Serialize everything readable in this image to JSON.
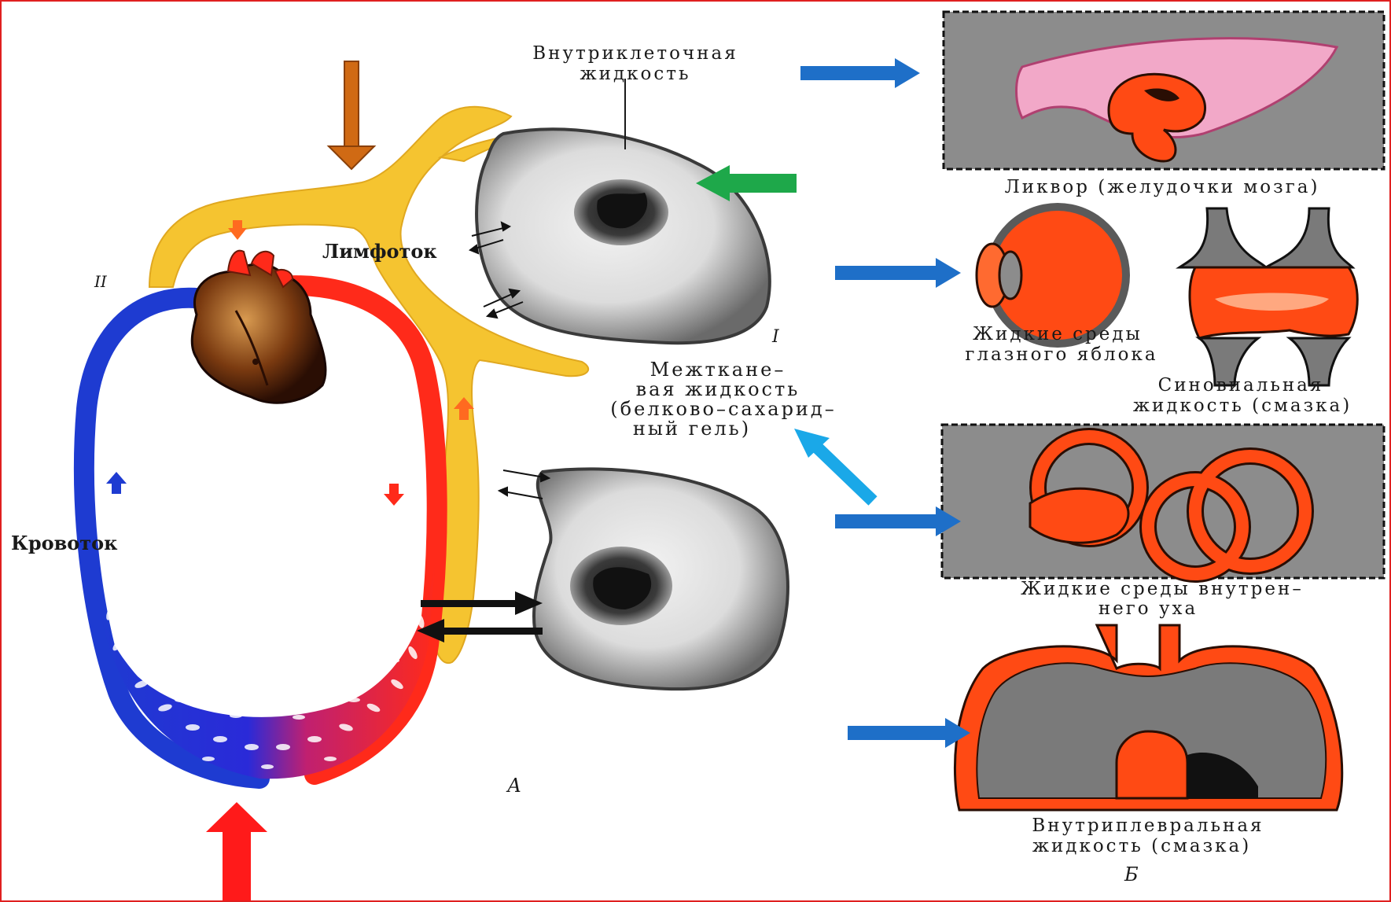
{
  "labels": {
    "intracellular_1": "Внутриклеточная",
    "intracellular_2": "жидкость",
    "lymph_flow": "Лимфоток",
    "blood_flow": "Кровоток",
    "roman_two": "II",
    "roman_one": "I",
    "interstitial_1": "Межткане–",
    "interstitial_2": "вая жидкость",
    "interstitial_3": "(белково–сахарид–",
    "interstitial_4": "ный гель)",
    "panel_a": "А",
    "panel_b": "Б",
    "liquor": "Ликвор (желудочки мозга)",
    "eye_1": "Жидкие среды",
    "eye_2": "глазного яблока",
    "synovial_1": "Синовиальная",
    "synovial_2": "жидкость (смазка)",
    "inner_ear_1": "Жидкие среды внутрен–",
    "inner_ear_2": "него уха",
    "pleural_1": "Внутриплевральная",
    "pleural_2": "жидкость (смазка)"
  },
  "colors": {
    "frame": "#e02020",
    "lymph": "#f5c430",
    "artery": "#ff2a1a",
    "vein": "#1e3bd1",
    "organ_fill": "#ff4a14",
    "panel_bg": "#8c8c8c",
    "pointer_blue": "#1e6fc8",
    "pointer_lightblue": "#1aa8e8",
    "pointer_green": "#1ea84a",
    "pointer_brown": "#d06a14",
    "pointer_red": "#ff1a1a"
  }
}
